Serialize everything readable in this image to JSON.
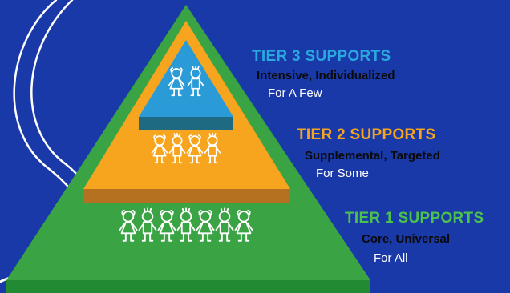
{
  "colors": {
    "background": "#1a39a8",
    "tier1": "#3aa343",
    "tier1_shade": "#218a32",
    "tier2": "#f7a51e",
    "tier2_shade": "#b4711f",
    "tier3": "#2b9bd7",
    "tier3_shade": "#1f6a83",
    "tier1_title": "#4bc24e",
    "tier2_title": "#f7a51e",
    "tier3_title": "#29a8e0"
  },
  "tiers": [
    {
      "title": "TIER 3 SUPPORTS",
      "description": "Intensive, Individualized",
      "scope": "For A Few",
      "people": 2
    },
    {
      "title": "TIER 2 SUPPORTS",
      "description": "Supplemental, Targeted",
      "scope": "For Some",
      "people": 4
    },
    {
      "title": "TIER 1 SUPPORTS",
      "description": "Core, Universal",
      "scope": "For All",
      "people": 7
    }
  ]
}
